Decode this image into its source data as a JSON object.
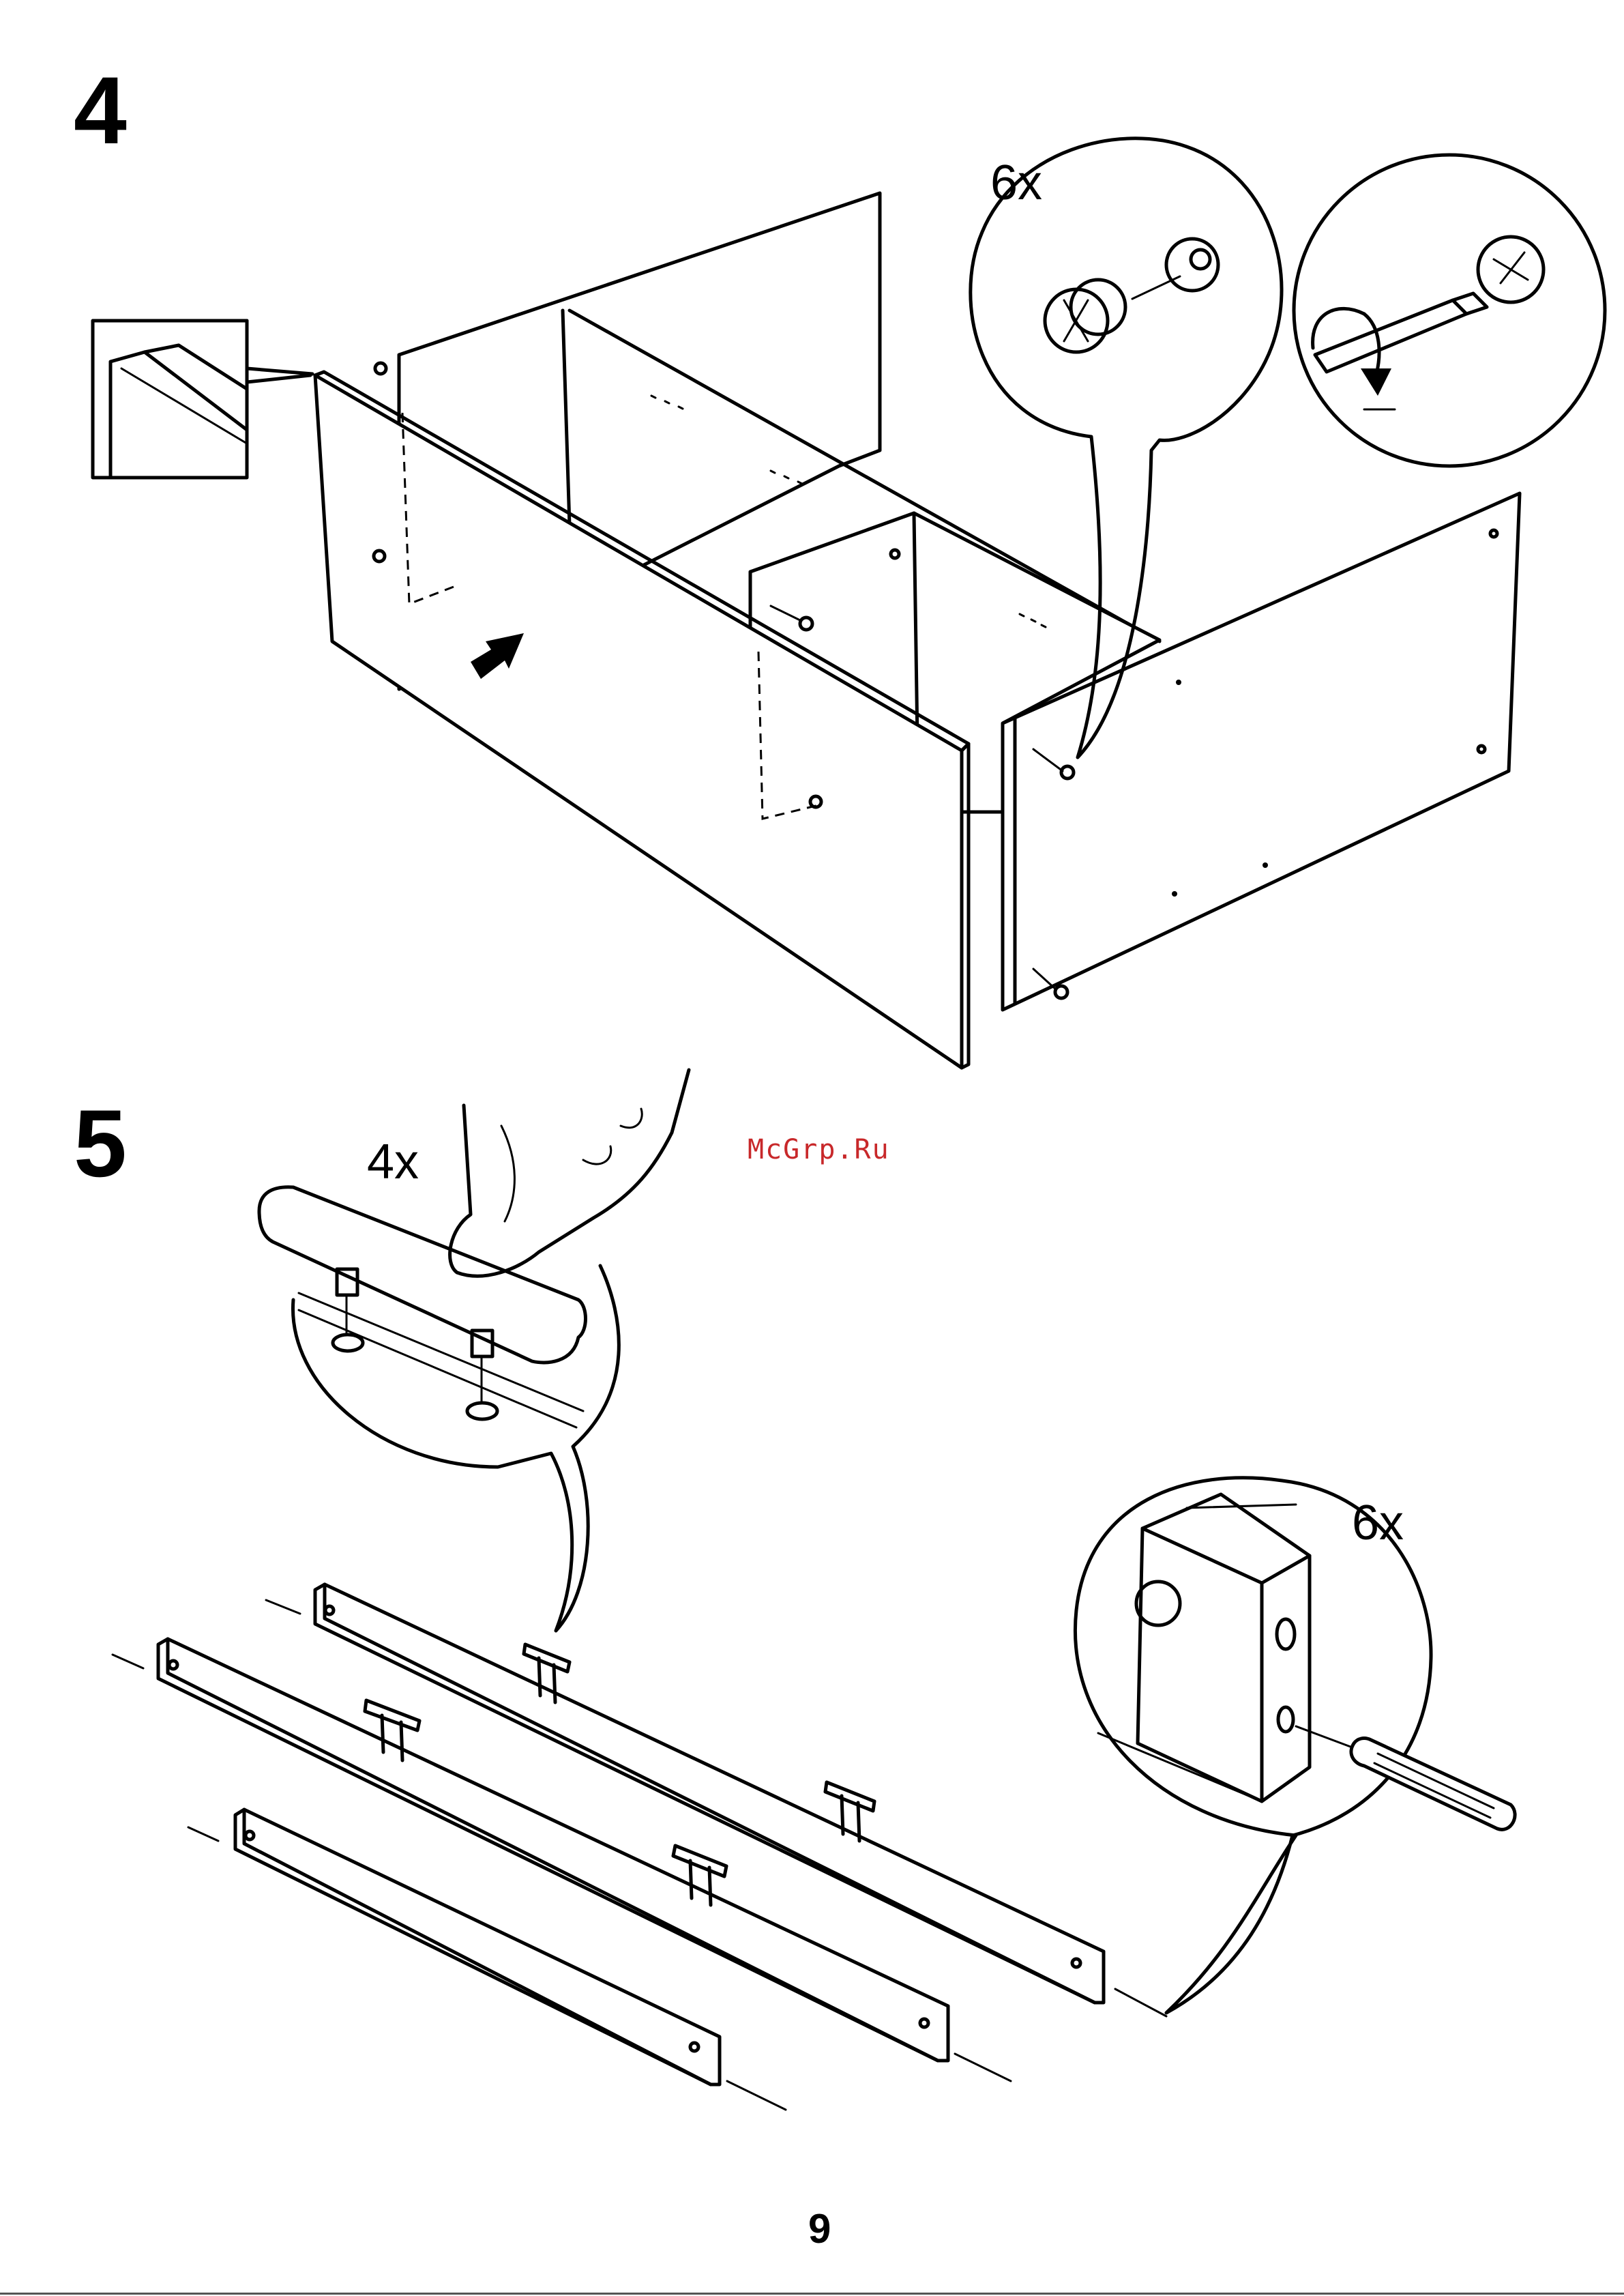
{
  "steps": [
    {
      "number": "4",
      "count": "6x",
      "detail_count": "6x"
    },
    {
      "number": "5",
      "count": "4x",
      "detail_count": "6x"
    }
  ],
  "watermark": "McGrp.Ru",
  "page_number": "9",
  "icons": {
    "step4_cam_lock": "cam-lock-icon",
    "step4_screwdriver": "screwdriver-rotate-icon",
    "step5_wood_dowel": "wood-dowel-icon",
    "push_arrow": "arrow-icon"
  }
}
